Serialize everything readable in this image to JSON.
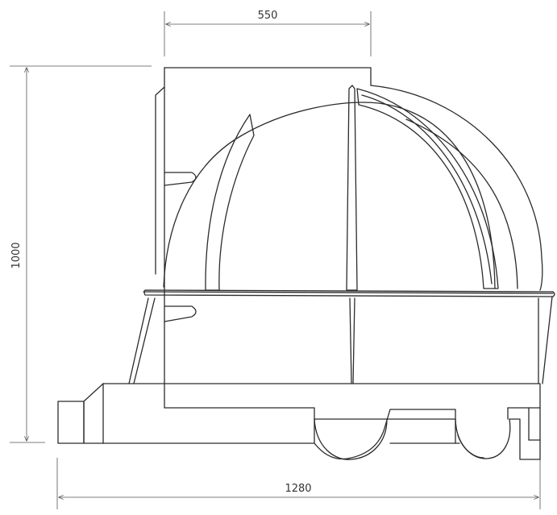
{
  "drawing": {
    "dimensions": {
      "top_width": "550",
      "height": "1000",
      "bottom_width": "1280"
    },
    "line_color": "#2b2b2b"
  }
}
